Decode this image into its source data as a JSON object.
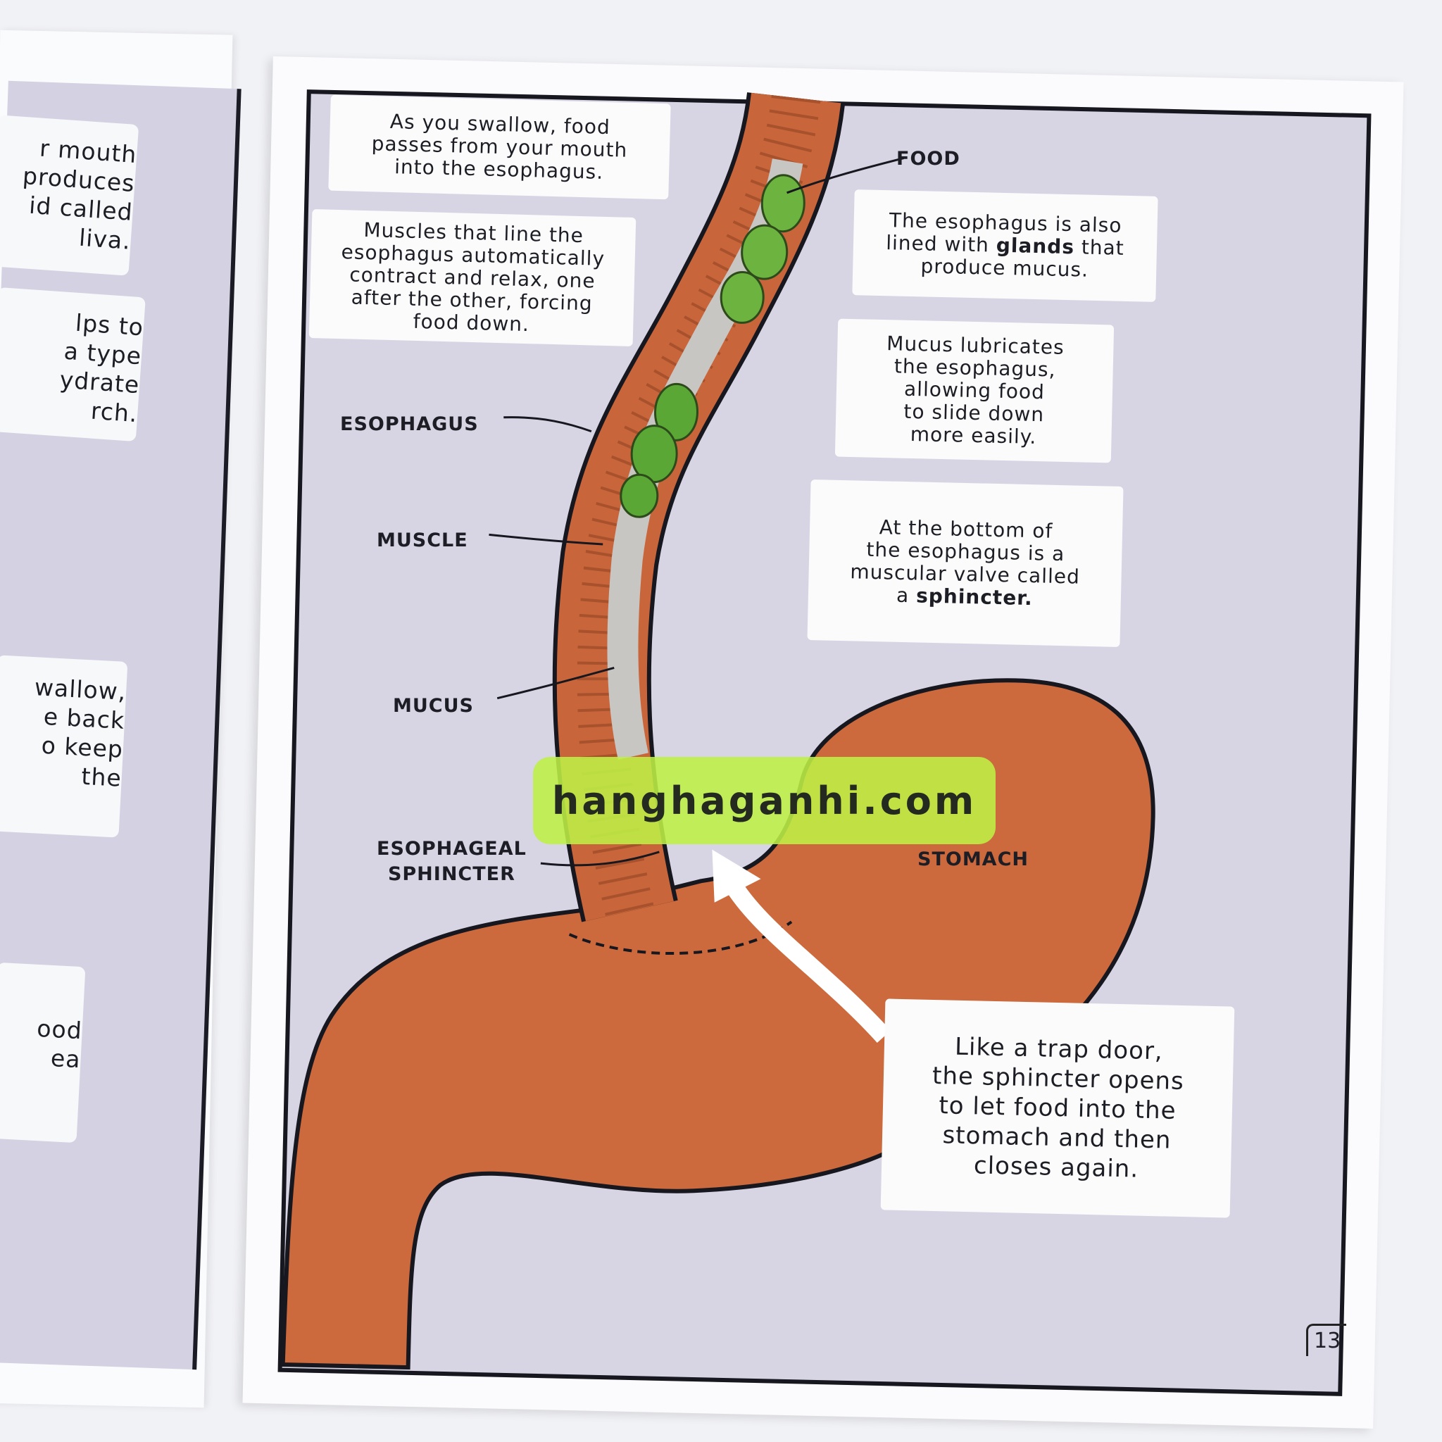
{
  "left_page": {
    "boxes": [
      {
        "text": "r mouth\nproduces\nid called\nliva."
      },
      {
        "text": "lps to\n a type\nydrate\nrch."
      },
      {
        "text": "wallow,\ne back\no keep\n the"
      },
      {
        "text": "ood\nea"
      }
    ]
  },
  "right_page": {
    "captions": {
      "swallow": "As you swallow, food\npasses from your mouth\ninto the esophagus.",
      "muscles": "Muscles that line the\nesophagus automatically\ncontract and relax, one\nafter the other, forcing\nfood down.",
      "glands_pre": "The esophagus is also\nlined with ",
      "glands_bold": "glands",
      "glands_post": " that\nproduce mucus.",
      "mucus": "Mucus lubricates\nthe esophagus,\nallowing food\nto slide down\nmore easily.",
      "sphincter_pre": "At the bottom of\nthe esophagus is a\nmuscular valve called\na ",
      "sphincter_bold": "sphincter.",
      "trapdoor": "Like a trap door,\nthe sphincter opens\nto let food into the\nstomach and then\ncloses again."
    },
    "labels": {
      "food": "FOOD",
      "esophagus": "ESOPHAGUS",
      "muscle": "MUSCLE",
      "mucus": "MUCUS",
      "esophageal_sphincter": "ESOPHAGEAL\nSPHINCTER",
      "stomach": "STOMACH"
    },
    "page_number": "13"
  },
  "watermark": "hanghaganhi.com",
  "colors": {
    "organ": "#c9653a",
    "food": "#6db33f",
    "panel": "#d7d5e4",
    "watermark": "#bef046"
  }
}
